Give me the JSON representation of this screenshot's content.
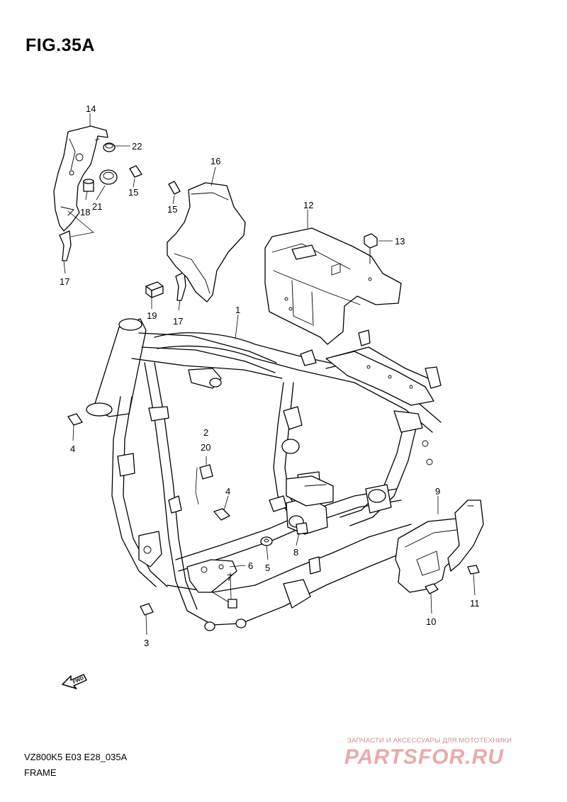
{
  "figure": {
    "title": "FIG.35A"
  },
  "footer": {
    "code": "VZ800K5 E03 E28_035A",
    "caption": "FRAME"
  },
  "fwd_arrow": {
    "label": "FWD"
  },
  "watermark": {
    "tagline": "ЗАПЧАСТИ И АКСЕССУАРЫ ДЛЯ МОТОТЕХНИКИ",
    "brand": "PARTSFOR.RU"
  },
  "callouts": [
    {
      "id": "c1",
      "number": "1"
    },
    {
      "id": "c2",
      "number": "2"
    },
    {
      "id": "c3",
      "number": "3"
    },
    {
      "id": "c4a",
      "number": "4"
    },
    {
      "id": "c4b",
      "number": "4"
    },
    {
      "id": "c5",
      "number": "5"
    },
    {
      "id": "c6",
      "number": "6"
    },
    {
      "id": "c7",
      "number": "7"
    },
    {
      "id": "c8",
      "number": "8"
    },
    {
      "id": "c9",
      "number": "9"
    },
    {
      "id": "c10",
      "number": "10"
    },
    {
      "id": "c11",
      "number": "11"
    },
    {
      "id": "c12",
      "number": "12"
    },
    {
      "id": "c13",
      "number": "13"
    },
    {
      "id": "c14",
      "number": "14"
    },
    {
      "id": "c15a",
      "number": "15"
    },
    {
      "id": "c15b",
      "number": "15"
    },
    {
      "id": "c16",
      "number": "16"
    },
    {
      "id": "c17a",
      "number": "17"
    },
    {
      "id": "c17b",
      "number": "17"
    },
    {
      "id": "c18",
      "number": "18"
    },
    {
      "id": "c19",
      "number": "19"
    },
    {
      "id": "c20",
      "number": "20"
    },
    {
      "id": "c21",
      "number": "21"
    },
    {
      "id": "c22",
      "number": "22"
    }
  ]
}
